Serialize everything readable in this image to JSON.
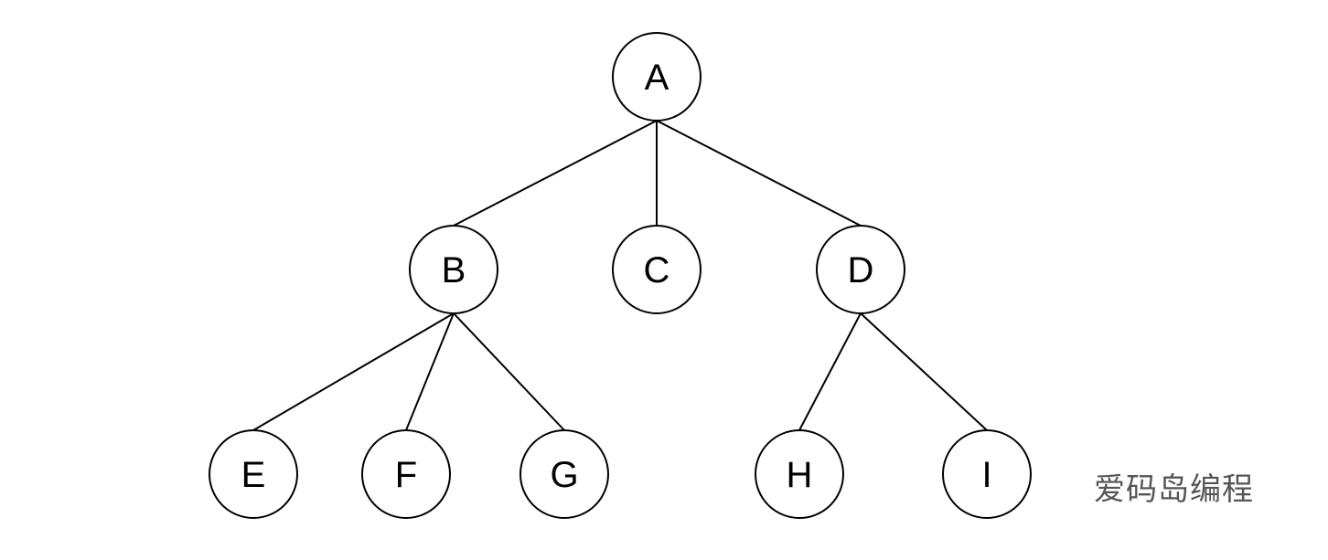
{
  "diagram": {
    "type": "tree",
    "nodes": [
      {
        "id": "A",
        "label": "A"
      },
      {
        "id": "B",
        "label": "B"
      },
      {
        "id": "C",
        "label": "C"
      },
      {
        "id": "D",
        "label": "D"
      },
      {
        "id": "E",
        "label": "E"
      },
      {
        "id": "F",
        "label": "F"
      },
      {
        "id": "G",
        "label": "G"
      },
      {
        "id": "H",
        "label": "H"
      },
      {
        "id": "I",
        "label": "I"
      }
    ],
    "edges": [
      {
        "from": "A",
        "to": "B"
      },
      {
        "from": "A",
        "to": "C"
      },
      {
        "from": "A",
        "to": "D"
      },
      {
        "from": "B",
        "to": "E"
      },
      {
        "from": "B",
        "to": "F"
      },
      {
        "from": "B",
        "to": "G"
      },
      {
        "from": "D",
        "to": "H"
      },
      {
        "from": "D",
        "to": "I"
      }
    ]
  },
  "watermark": {
    "text": "爱码岛编程"
  }
}
